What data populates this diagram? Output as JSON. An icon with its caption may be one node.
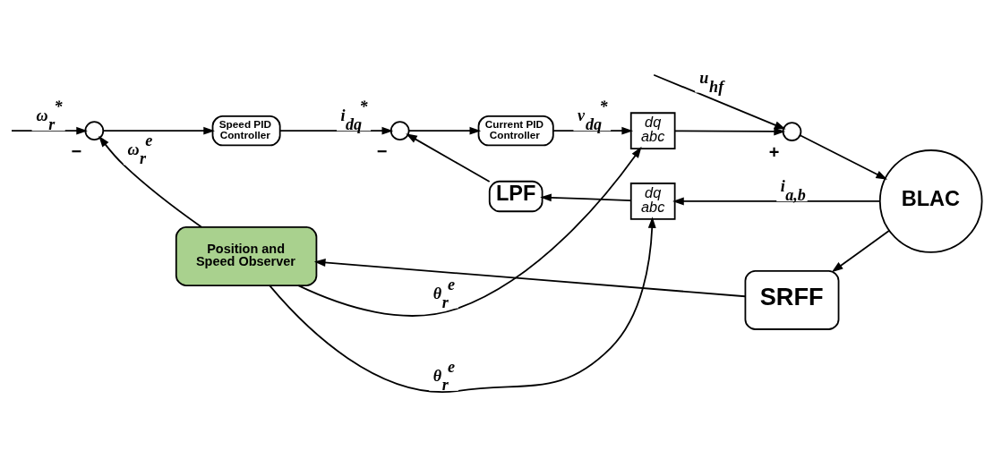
{
  "diagram": {
    "nodes": [
      {
        "text": [],
        "shape": "circle",
        "beside": [
          "−"
        ]
      },
      {
        "text": [
          "Speed PID Controller"
        ]
      },
      {
        "text": [],
        "shape": "circle",
        "beside": [
          "−"
        ]
      },
      {
        "text": [
          "Current PID Controller"
        ]
      },
      {
        "text": [
          "dq",
          "abc"
        ]
      },
      {
        "text": [],
        "shape": "circle",
        "beside": [
          "+"
        ]
      },
      {
        "text": [
          "BLAC"
        ]
      },
      {
        "text": [
          "dq",
          "abc"
        ]
      },
      {
        "text": [
          "LPF"
        ]
      },
      {
        "text": [
          "SRFF"
        ]
      },
      {
        "text": [
          "Position and Speed Observer"
        ]
      }
    ],
    "edges": [
      {
        "from": null,
        "to": 0,
        "arrow": "to",
        "label": "ω$_{r}$$^{*}$"
      },
      {
        "from": 0,
        "to": 1,
        "arrow": "to"
      },
      {
        "from": 1,
        "to": 2,
        "arrow": "to",
        "label": "i$_{dq}$$^{*}$"
      },
      {
        "from": 2,
        "to": 3,
        "arrow": "to"
      },
      {
        "from": 3,
        "to": 4,
        "arrow": "to",
        "label": "v$_{dq}$$^{*}$"
      },
      {
        "from": 4,
        "to": 5,
        "arrow": "to"
      },
      {
        "from": null,
        "to": 5,
        "arrow": "to",
        "label": "u$_{hf}$"
      },
      {
        "from": 5,
        "to": 6,
        "arrow": "to"
      },
      {
        "from": 6,
        "to": 7,
        "arrow": "to",
        "label": "i$_{a,b}$"
      },
      {
        "from": 6,
        "to": 9,
        "arrow": "to"
      },
      {
        "from": 9,
        "to": 10,
        "arrow": "to"
      },
      {
        "from": 10,
        "to": 0,
        "arrow": "to",
        "label": "ω$_{r}$$^{e}$"
      },
      {
        "from": 10,
        "to": 4,
        "arrow": "to",
        "label": "θ$_{r}$$^{e}$"
      },
      {
        "from": 10,
        "to": 7,
        "arrow": "to",
        "label": "θ$_{r}$$^{e}$"
      },
      {
        "from": 7,
        "to": 8,
        "arrow": "to"
      },
      {
        "from": 8,
        "to": 2,
        "arrow": "to"
      }
    ]
  }
}
